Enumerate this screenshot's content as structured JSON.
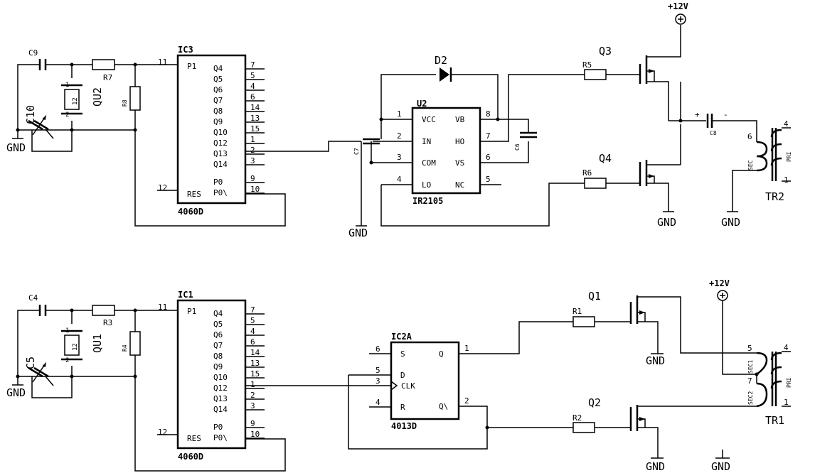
{
  "supply": {
    "vcc": "+12V",
    "gnd": "GND"
  },
  "ic3": {
    "ref": "IC3",
    "part": "4060D",
    "left_pins": [
      {
        "name": "P1",
        "num": "11"
      },
      {
        "name": "RES",
        "num": "12"
      }
    ],
    "right_pins": [
      {
        "name": "Q4",
        "num": "7"
      },
      {
        "name": "Q5",
        "num": "5"
      },
      {
        "name": "Q6",
        "num": "4"
      },
      {
        "name": "Q7",
        "num": "6"
      },
      {
        "name": "Q8",
        "num": "14"
      },
      {
        "name": "Q9",
        "num": "13"
      },
      {
        "name": "Q10",
        "num": "15"
      },
      {
        "name": "Q12",
        "num": "1"
      },
      {
        "name": "Q13",
        "num": "2"
      },
      {
        "name": "Q14",
        "num": "3"
      },
      {
        "name": "P0",
        "num": "9"
      },
      {
        "name": "P0\\",
        "num": "10"
      }
    ]
  },
  "ic1": {
    "ref": "IC1",
    "part": "4060D",
    "left_pins": [
      {
        "name": "P1",
        "num": "11"
      },
      {
        "name": "RES",
        "num": "12"
      }
    ],
    "right_pins": [
      {
        "name": "Q4",
        "num": "7"
      },
      {
        "name": "Q5",
        "num": "5"
      },
      {
        "name": "Q6",
        "num": "4"
      },
      {
        "name": "Q7",
        "num": "6"
      },
      {
        "name": "Q8",
        "num": "14"
      },
      {
        "name": "Q9",
        "num": "13"
      },
      {
        "name": "Q10",
        "num": "15"
      },
      {
        "name": "Q12",
        "num": "1"
      },
      {
        "name": "Q13",
        "num": "2"
      },
      {
        "name": "Q14",
        "num": "3"
      },
      {
        "name": "P0",
        "num": "9"
      },
      {
        "name": "P0\\",
        "num": "10"
      }
    ]
  },
  "u2": {
    "ref": "U2",
    "part": "IR2105",
    "left_pins": [
      {
        "name": "VCC",
        "num": "1"
      },
      {
        "name": "IN",
        "num": "2"
      },
      {
        "name": "COM",
        "num": "3"
      },
      {
        "name": "LO",
        "num": "4"
      }
    ],
    "right_pins": [
      {
        "name": "VB",
        "num": "8"
      },
      {
        "name": "HO",
        "num": "7"
      },
      {
        "name": "VS",
        "num": "6"
      },
      {
        "name": "NC",
        "num": "5"
      }
    ]
  },
  "ic2a": {
    "ref": "IC2A",
    "part": "4013D",
    "left_pins": [
      {
        "name": "S",
        "num": "6"
      },
      {
        "name": "D",
        "num": "5"
      },
      {
        "name": "CLK",
        "num": "3"
      },
      {
        "name": "R",
        "num": "4"
      }
    ],
    "right_pins": [
      {
        "name": "Q",
        "num": "1"
      },
      {
        "name": "Q\\",
        "num": "2"
      }
    ]
  },
  "components": {
    "c9": "C9",
    "c10": "C10",
    "qu2": "QU2",
    "r7": "R7",
    "r8": "R8",
    "x12a": "12",
    "c4": "C4",
    "c5": "C5",
    "qu1": "QU1",
    "r3": "R3",
    "r4": "R4",
    "x12b": "12",
    "d2": "D2",
    "c7": "C7",
    "c6": "C6",
    "c8": "C8",
    "r5": "R5",
    "r6": "R6",
    "q3": "Q3",
    "q4": "Q4",
    "q1": "Q1",
    "q2": "Q2",
    "r1": "R1",
    "r2": "R2",
    "tr2": "TR2",
    "tr1": "TR1",
    "pri": "PRI",
    "sec": "SEC",
    "sec1": "SEC1",
    "sec2": "SEC2",
    "plus": "+",
    "minus": "-"
  },
  "pin_nums": {
    "tr2_6": "6",
    "tr2_4": "4",
    "tr2_1": "1",
    "tr1_5": "5",
    "tr1_4": "4",
    "tr1_7": "7",
    "tr1_1": "1",
    "xtal_1": "1",
    "xtal_2": "2"
  }
}
